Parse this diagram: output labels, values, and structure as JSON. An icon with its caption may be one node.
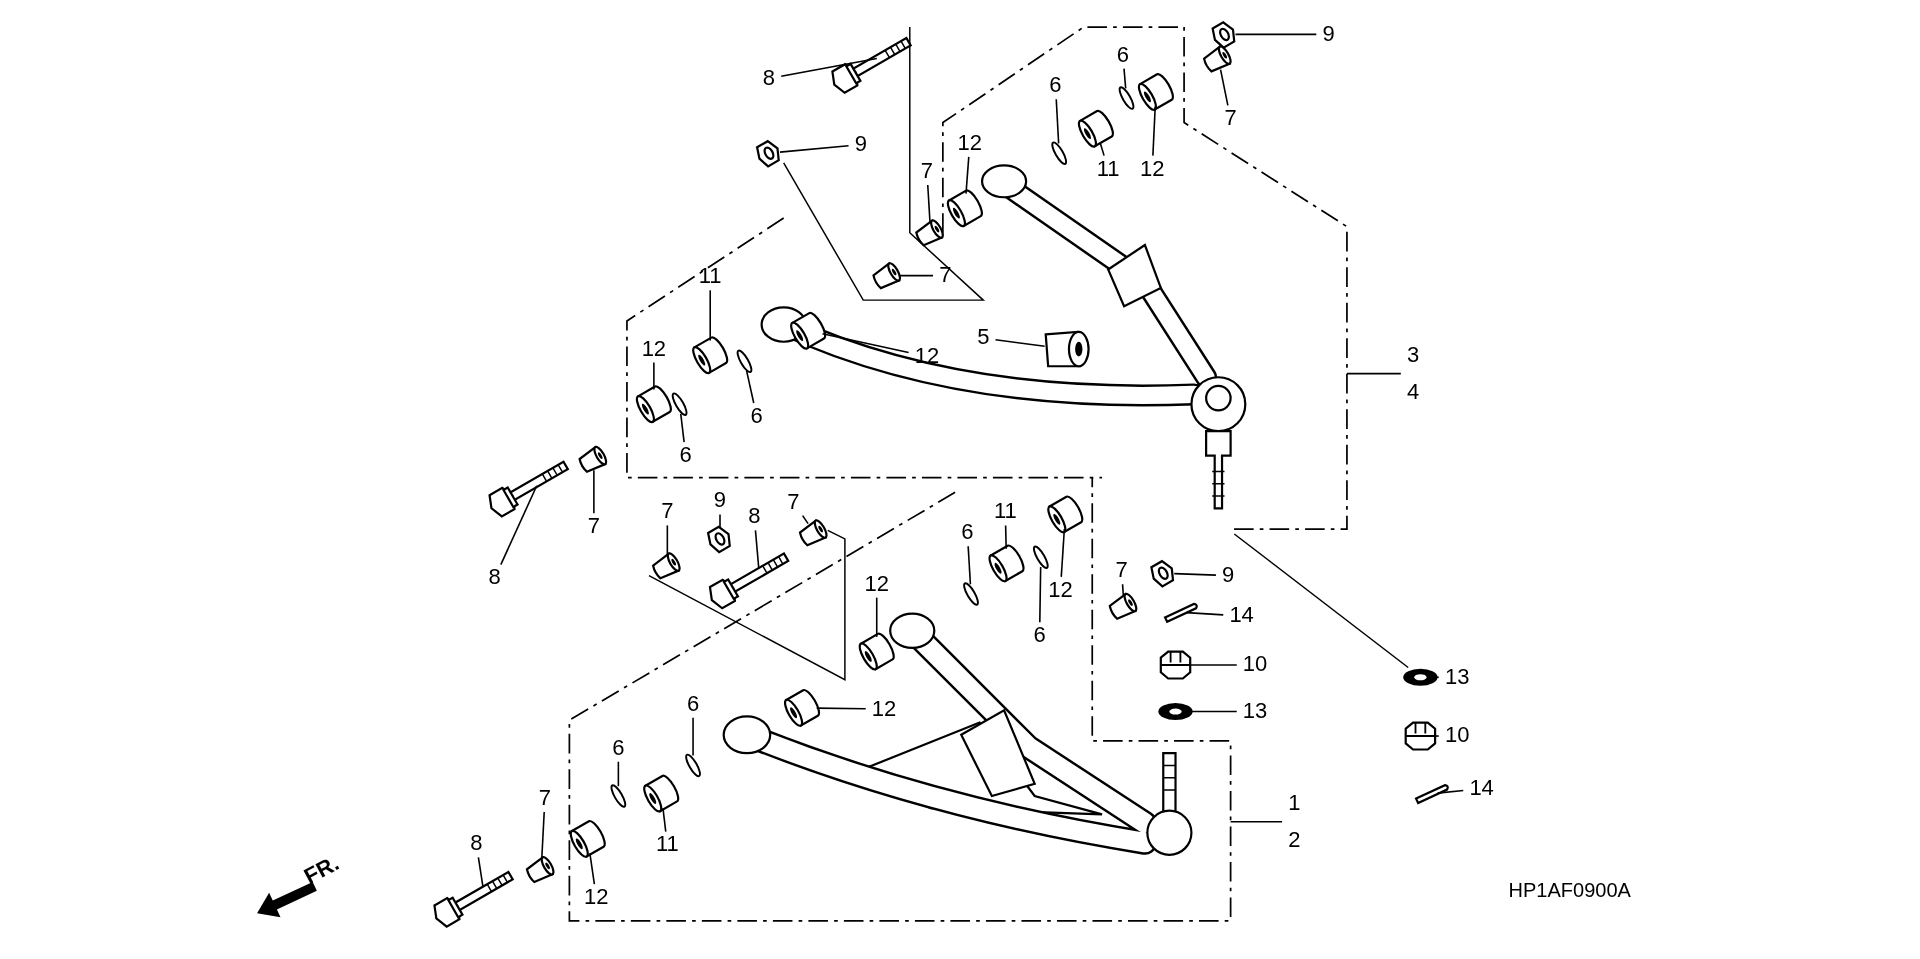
{
  "diagram": {
    "nodes": [
      {
        "text": [
          "9"
        ]
      },
      {
        "text": [
          "8"
        ]
      },
      {
        "text": [
          "6"
        ]
      },
      {
        "text": [
          "7"
        ]
      },
      {
        "text": [
          "6"
        ]
      },
      {
        "text": [
          "9"
        ]
      },
      {
        "text": [
          "7"
        ]
      },
      {
        "text": [
          "12"
        ]
      },
      {
        "text": [
          "11"
        ]
      },
      {
        "text": [
          "12"
        ]
      },
      {
        "text": [
          "7"
        ]
      },
      {
        "text": [
          "12"
        ]
      },
      {
        "text": [
          "5"
        ]
      },
      {
        "text": [
          "3",
          "4"
        ]
      },
      {
        "text": [
          "11"
        ]
      },
      {
        "text": [
          "12"
        ]
      },
      {
        "text": [
          "6"
        ]
      },
      {
        "text": [
          "6"
        ]
      },
      {
        "text": [
          "7"
        ]
      },
      {
        "text": [
          "8"
        ]
      },
      {
        "text": [
          "7"
        ]
      },
      {
        "text": [
          "9"
        ]
      },
      {
        "text": [
          "7"
        ]
      },
      {
        "text": [
          "8"
        ]
      },
      {
        "text": [
          "11"
        ]
      },
      {
        "text": [
          "6"
        ]
      },
      {
        "text": [
          "12"
        ]
      },
      {
        "text": [
          "6"
        ]
      },
      {
        "text": [
          "7"
        ]
      },
      {
        "text": [
          "12"
        ]
      },
      {
        "text": [
          "9"
        ]
      },
      {
        "text": [
          "14"
        ]
      },
      {
        "text": [
          "10"
        ]
      },
      {
        "text": [
          "13"
        ]
      },
      {
        "text": [
          "13"
        ]
      },
      {
        "text": [
          "12"
        ]
      },
      {
        "text": [
          "6"
        ]
      },
      {
        "text": [
          "10"
        ]
      },
      {
        "text": [
          "6"
        ]
      },
      {
        "text": [
          "14"
        ]
      },
      {
        "text": [
          "1",
          "2"
        ]
      },
      {
        "text": [
          "7"
        ]
      },
      {
        "text": [
          "11"
        ]
      },
      {
        "text": [
          "8"
        ]
      },
      {
        "text": [
          "12"
        ]
      },
      {
        "text": [],
        "shape": "nut"
      },
      {
        "text": [],
        "shape": "bolt"
      },
      {
        "text": [],
        "shape": "ring"
      },
      {
        "text": [],
        "shape": "collar"
      },
      {
        "text": [],
        "shape": "ring"
      },
      {
        "text": [],
        "shape": "nut"
      },
      {
        "text": [],
        "shape": "collar"
      },
      {
        "text": [],
        "shape": "bushing"
      },
      {
        "text": [],
        "shape": "bushing"
      },
      {
        "text": [],
        "shape": "bushing"
      },
      {
        "text": [],
        "shape": "collar"
      },
      {
        "text": [],
        "shape": "bushing"
      },
      {
        "text": [],
        "shape": "bushing"
      },
      {
        "text": [],
        "shape": "bushing"
      },
      {
        "text": [],
        "shape": "bushing"
      },
      {
        "text": [],
        "shape": "ring"
      },
      {
        "text": [],
        "shape": "ring"
      },
      {
        "text": [],
        "shape": "collar"
      },
      {
        "text": [],
        "shape": "bolt"
      },
      {
        "text": [],
        "shape": "collar"
      },
      {
        "text": [],
        "shape": "nut"
      },
      {
        "text": [],
        "shape": "collar"
      },
      {
        "text": [],
        "shape": "bolt"
      },
      {
        "text": [],
        "shape": "bushing"
      },
      {
        "text": [],
        "shape": "ring"
      },
      {
        "text": [],
        "shape": "bushing"
      },
      {
        "text": [],
        "shape": "ring"
      },
      {
        "text": [],
        "shape": "collar"
      },
      {
        "text": [],
        "shape": "bushing"
      },
      {
        "text": [],
        "shape": "nut"
      },
      {
        "text": [],
        "shape": "pin"
      },
      {
        "text": [],
        "shape": "nut"
      },
      {
        "text": [],
        "shape": "washer"
      },
      {
        "text": [],
        "shape": "washer"
      },
      {
        "text": [],
        "shape": "bushing"
      },
      {
        "text": [],
        "shape": "ring"
      },
      {
        "text": [],
        "shape": "nut"
      },
      {
        "text": [],
        "shape": "ring"
      },
      {
        "text": [],
        "shape": "pin"
      },
      {
        "text": [],
        "shape": "collar"
      },
      {
        "text": [],
        "shape": "bushing"
      },
      {
        "text": [],
        "shape": "bolt"
      },
      {
        "text": [],
        "shape": "bushing"
      }
    ],
    "edges": [
      {
        "from": 0,
        "to": 45,
        "arrow": "none"
      },
      {
        "from": 1,
        "to": 46,
        "arrow": "none"
      },
      {
        "from": 2,
        "to": 47,
        "arrow": "none"
      },
      {
        "from": 3,
        "to": 48,
        "arrow": "none"
      },
      {
        "from": 4,
        "to": 49,
        "arrow": "none"
      },
      {
        "from": 5,
        "to": 50,
        "arrow": "none"
      },
      {
        "from": 6,
        "to": 51,
        "arrow": "none"
      },
      {
        "from": 7,
        "to": 52,
        "arrow": "none"
      },
      {
        "from": 8,
        "to": 53,
        "arrow": "none"
      },
      {
        "from": 9,
        "to": 54,
        "arrow": "none"
      },
      {
        "from": 10,
        "to": 55,
        "arrow": "none"
      },
      {
        "from": 11,
        "to": 56,
        "arrow": "none"
      },
      {
        "from": 12,
        "to": 57,
        "arrow": "none"
      },
      {
        "from": 13,
        "to": null,
        "arrow": "none"
      },
      {
        "from": 14,
        "to": 58,
        "arrow": "none"
      },
      {
        "from": 15,
        "to": 59,
        "arrow": "none"
      },
      {
        "from": 16,
        "to": 60,
        "arrow": "none"
      },
      {
        "from": 17,
        "to": 61,
        "arrow": "none"
      },
      {
        "from": 18,
        "to": 62,
        "arrow": "none"
      },
      {
        "from": 19,
        "to": 63,
        "arrow": "none"
      },
      {
        "from": 20,
        "to": 64,
        "arrow": "none"
      },
      {
        "from": 21,
        "to": 65,
        "arrow": "none"
      },
      {
        "from": 22,
        "to": 66,
        "arrow": "none"
      },
      {
        "from": 23,
        "to": 67,
        "arrow": "none"
      },
      {
        "from": 24,
        "to": 68,
        "arrow": "none"
      },
      {
        "from": 25,
        "to": 69,
        "arrow": "none"
      },
      {
        "from": 26,
        "to": 70,
        "arrow": "none"
      },
      {
        "from": 27,
        "to": 71,
        "arrow": "none"
      },
      {
        "from": 28,
        "to": 72,
        "arrow": "none"
      },
      {
        "from": 29,
        "to": 73,
        "arrow": "none"
      },
      {
        "from": 30,
        "to": 74,
        "arrow": "none"
      },
      {
        "from": 31,
        "to": 75,
        "arrow": "none"
      },
      {
        "from": 32,
        "to": 76,
        "arrow": "none"
      },
      {
        "from": 33,
        "to": 77,
        "arrow": "none"
      },
      {
        "from": 34,
        "to": 78,
        "arrow": "none"
      },
      {
        "from": 35,
        "to": 79,
        "arrow": "none"
      },
      {
        "from": 36,
        "to": 80,
        "arrow": "none"
      },
      {
        "from": 37,
        "to": 81,
        "arrow": "none"
      },
      {
        "from": 38,
        "to": 82,
        "arrow": "none"
      },
      {
        "from": 39,
        "to": 83,
        "arrow": "none"
      },
      {
        "from": 40,
        "to": null,
        "arrow": "none"
      },
      {
        "from": 41,
        "to": 84,
        "arrow": "none"
      },
      {
        "from": 42,
        "to": 85,
        "arrow": "none"
      },
      {
        "from": 43,
        "to": 86,
        "arrow": "none"
      },
      {
        "from": 44,
        "to": 87,
        "arrow": "none"
      }
    ],
    "labels": [
      "FR.",
      "HP1AF0900A"
    ]
  }
}
